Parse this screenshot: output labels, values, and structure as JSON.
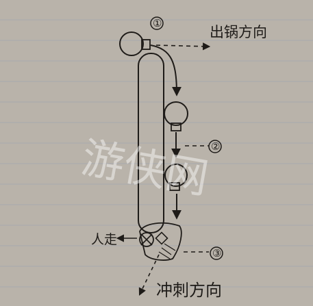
{
  "labels": {
    "exit_direction": "出锅方向",
    "sprint_direction": "冲刺方向",
    "left": "人走"
  },
  "markers": [
    "①",
    "②",
    "③"
  ],
  "watermark": "游侠网",
  "colors": {
    "paper": "#b9b3aa",
    "ink": "#1e1b18",
    "rule_line": "#8f9bb0",
    "watermark": "#ffffff"
  }
}
